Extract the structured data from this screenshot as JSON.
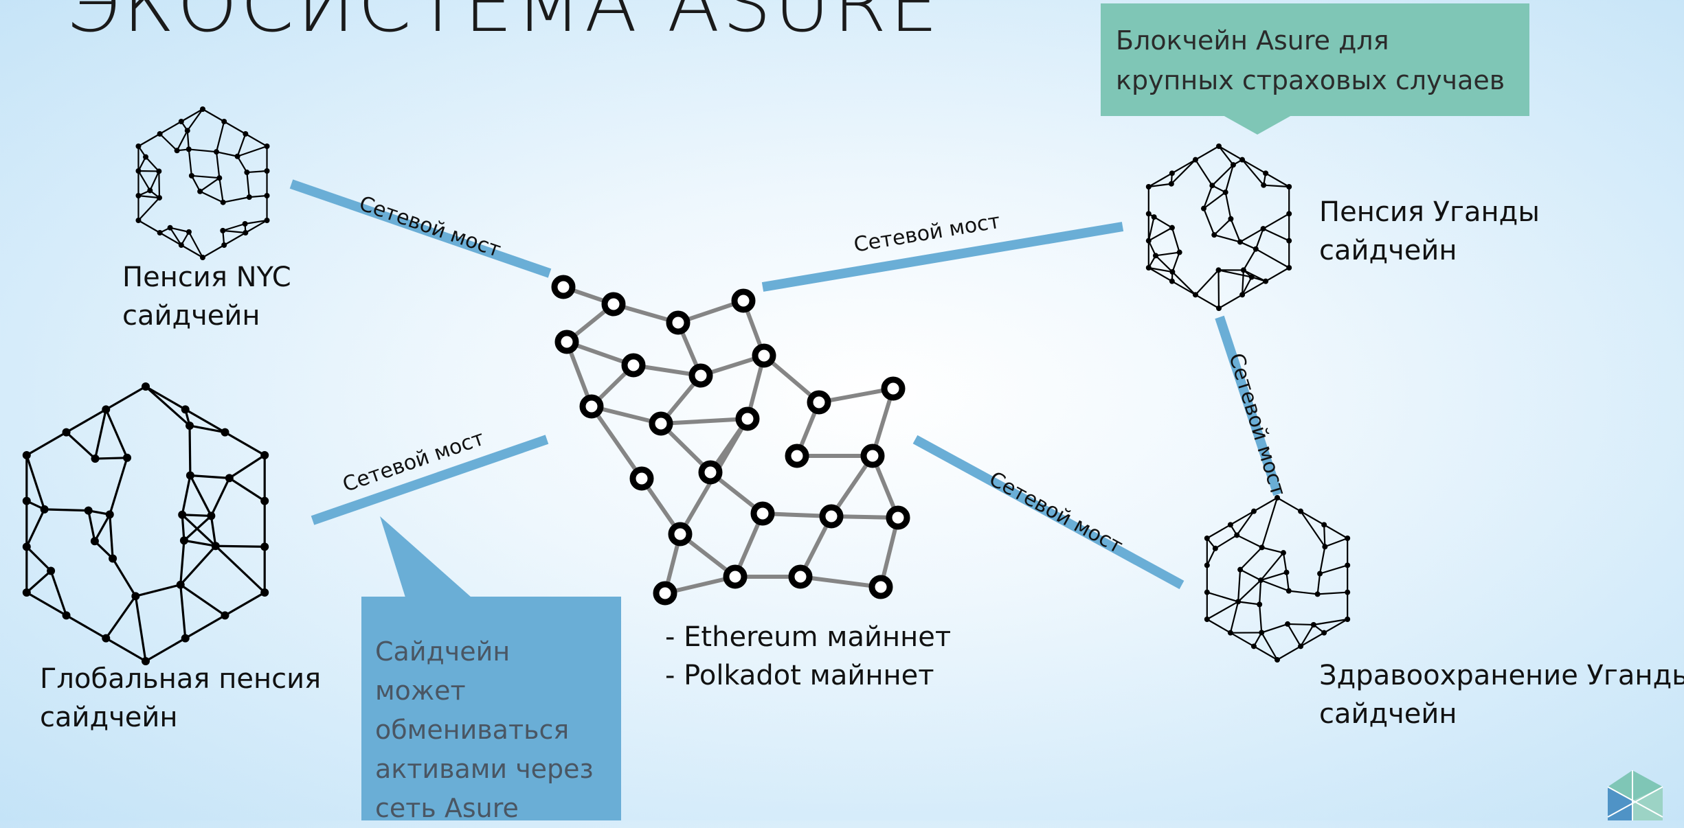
{
  "title": "ЭКОСИСТЕМА ASURE",
  "callouts": {
    "green": "Блокчейн Asure для крупных страховых случаев",
    "blue": "Сайдчейн может обмениваться активами через сеть Asure"
  },
  "nodes": {
    "nyc": {
      "line1": "Пенсия NYC",
      "line2": "сайдчейн"
    },
    "global": {
      "line1": "Глобальная пенсия",
      "line2": "сайдчейн"
    },
    "uganda_pension": {
      "line1": "Пенсия Уганды",
      "line2": "сайдчейн"
    },
    "uganda_health": {
      "line1": "Здравоохранение Уганды",
      "line2": "сайдчейн"
    },
    "mainnet": {
      "line1": "- Ethereum майннет",
      "line2": "- Polkadot майннет"
    }
  },
  "bridges": {
    "nyc": "Сетевой мост",
    "global": "Сетевой мост",
    "uganda_pension": "Сетевой мост",
    "uganda_health": "Сетевой мост",
    "uganda_vertical": "Сетевой мост"
  },
  "colors": {
    "bridge": "#6aaed6",
    "callout_green": "#7fc6b6",
    "callout_blue": "#6aaed6",
    "mainnet_edge": "#808080"
  }
}
